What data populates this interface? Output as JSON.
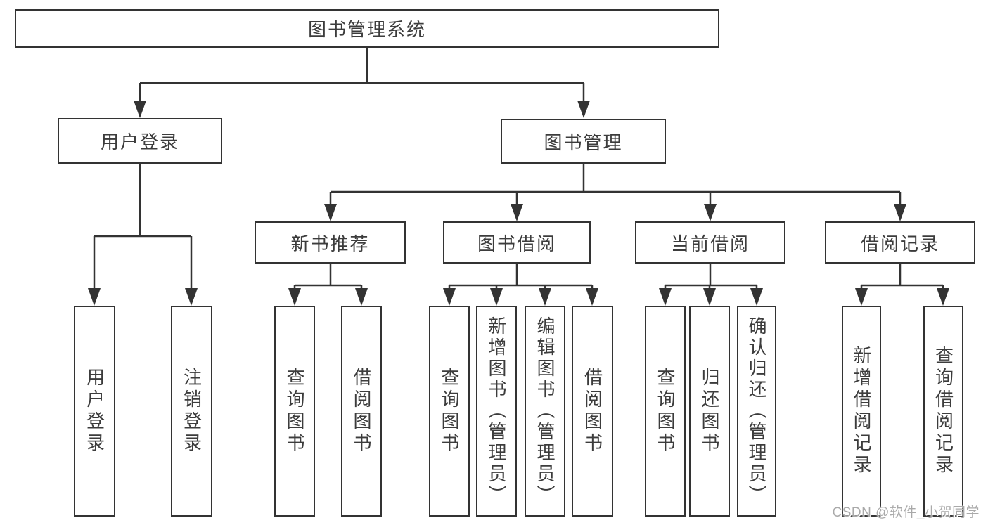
{
  "diagram": {
    "root": {
      "label": "图书管理系统"
    },
    "user_branch": {
      "label": "用户登录",
      "children": [
        "用户登录",
        "注销登录"
      ]
    },
    "management_branch": {
      "label": "图书管理",
      "sections": [
        {
          "label": "新书推荐",
          "children": [
            "查询图书",
            "借阅图书"
          ]
        },
        {
          "label": "图书借阅",
          "children": [
            "查询图书",
            "新增图书（管理员）",
            "编辑图书（管理员）",
            "借阅图书"
          ]
        },
        {
          "label": "当前借阅",
          "children": [
            "查询图书",
            "归还图书",
            "确认归还（管理员）"
          ]
        },
        {
          "label": "借阅记录",
          "children": [
            "新增借阅记录",
            "查询借阅记录"
          ]
        }
      ]
    }
  },
  "watermark": {
    "text": "CSDN @软件_小贺同学"
  },
  "colors": {
    "line": "#333333",
    "box_border": "#333333",
    "text": "#3c3c3c",
    "watermark": "#a9a9a9",
    "background": "#ffffff"
  }
}
